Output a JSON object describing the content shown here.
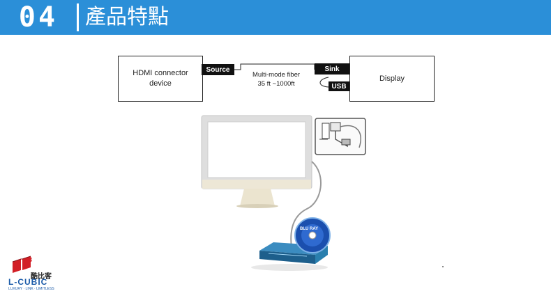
{
  "header": {
    "number": "04",
    "title": "產品特點"
  },
  "diagram": {
    "source_device": "HDMI connector\ndevice",
    "source_tag": "Source",
    "fiber_line1": "Multi-mode fiber",
    "fiber_line2": "35 ft ~1000ft",
    "sink_tag": "Sink",
    "usb_tag": "USB",
    "display": "Display"
  },
  "illustration": {
    "disc_label": "BLU  RAY"
  },
  "logo": {
    "chinese": "酷比客",
    "english": "L-CUBIC",
    "tagline": "LUXURY · LINK · LIMITLESS",
    "superscript": "3"
  },
  "colors": {
    "header_bg": "#2b8fd8",
    "monitor_frame": "#d9d9d9",
    "monitor_base": "#ece6d3",
    "player": "#2a7fae"
  }
}
